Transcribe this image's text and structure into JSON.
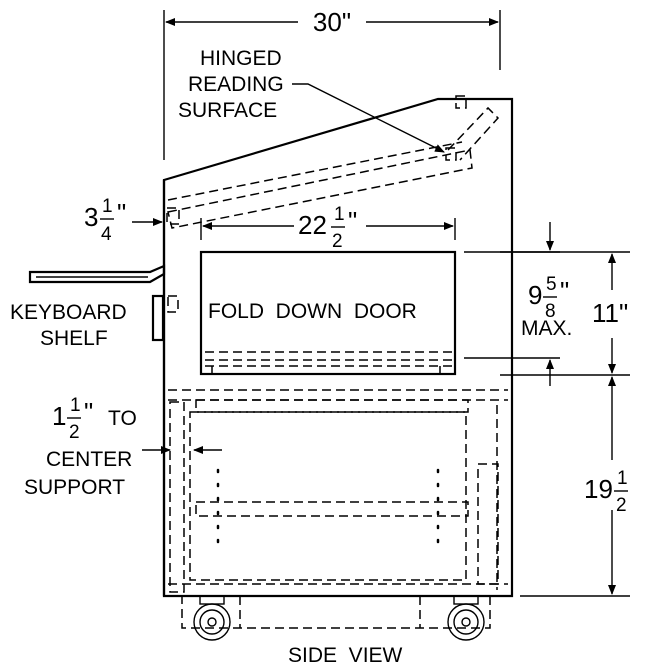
{
  "labels": {
    "overall_width": "30\"",
    "hinged_1": "HINGED",
    "hinged_2": "READING",
    "hinged_3": "SURFACE",
    "inset_whole": "3",
    "inset_num": "1",
    "inset_den": "4",
    "door_width_whole": "22",
    "door_width_num": "1",
    "door_width_den": "2",
    "keyboard_1": "KEYBOARD",
    "keyboard_2": "SHELF",
    "door": "FOLD  DOWN  DOOR",
    "door_height_whole": "9",
    "door_height_num": "5",
    "door_height_den": "8",
    "door_height_max": "MAX.",
    "upper_height": "11\"",
    "center_whole": "1",
    "center_num": "1",
    "center_den": "2",
    "center_2": "TO",
    "center_3": "CENTER",
    "center_4": "SUPPORT",
    "lower_height_whole": "19",
    "lower_height_num": "1",
    "lower_height_den": "2",
    "view_title": "SIDE  VIEW",
    "inch_mark": "\""
  },
  "colors": {
    "ink": "#000000",
    "paper": "#ffffff"
  }
}
